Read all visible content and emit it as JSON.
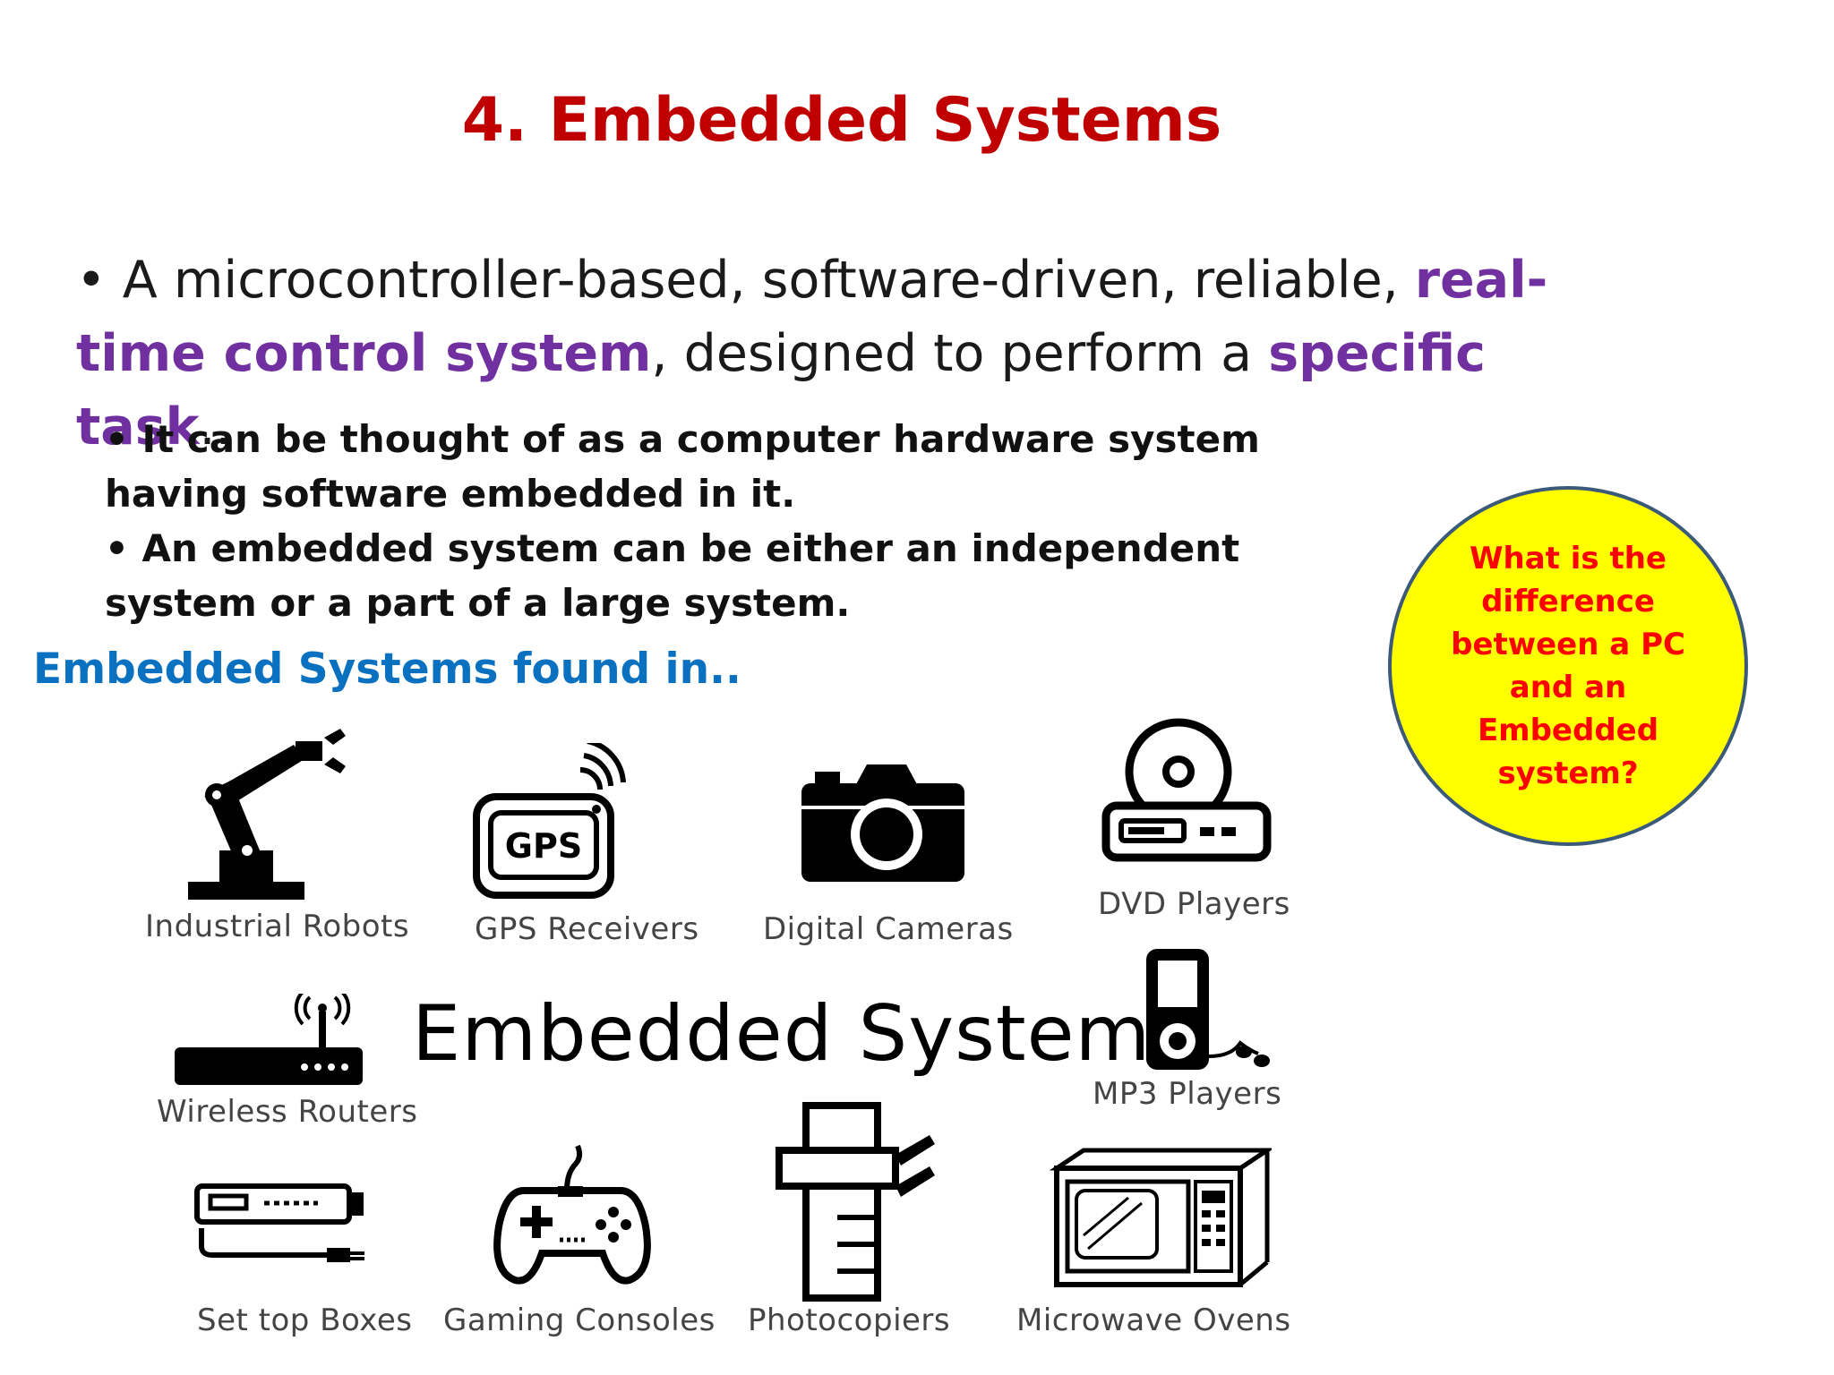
{
  "slide": {
    "title": "4. Embedded Systems",
    "main_bullet": {
      "bullet": "•",
      "part1": " A microcontroller-based, software-driven, reliable, ",
      "highlight1": "real-time control system",
      "part2": ", designed to perform a ",
      "highlight2": "specific task",
      "part3": ".."
    },
    "sub_bullets": [
      "• It can be thought of as a computer hardware system having software embedded in it.",
      "• An embedded system can be either an independent system or a part of a large system."
    ],
    "found_in_heading": "Embedded Systems found in..",
    "question": "What is the difference between a PC and an Embedded system?",
    "center_title": "Embedded Systems",
    "gps_text": "GPS",
    "devices": [
      {
        "label": "Industrial Robots",
        "icon": "robot-arm-icon"
      },
      {
        "label": "GPS Receivers",
        "icon": "gps-receiver-icon"
      },
      {
        "label": "Digital Cameras",
        "icon": "camera-icon"
      },
      {
        "label": "DVD Players",
        "icon": "dvd-player-icon"
      },
      {
        "label": "Wireless Routers",
        "icon": "router-icon"
      },
      {
        "label": "MP3 Players",
        "icon": "mp3-player-icon"
      },
      {
        "label": "Set top Boxes",
        "icon": "set-top-box-icon"
      },
      {
        "label": "Gaming Consoles",
        "icon": "gamepad-icon"
      },
      {
        "label": "Photocopiers",
        "icon": "photocopier-icon"
      },
      {
        "label": "Microwave Ovens",
        "icon": "microwave-icon"
      }
    ],
    "colors": {
      "title": "#c00000",
      "highlight": "#7030a0",
      "heading_blue": "#0a70c0",
      "bubble_fill": "#ffff00",
      "bubble_text": "#ff0000"
    }
  }
}
